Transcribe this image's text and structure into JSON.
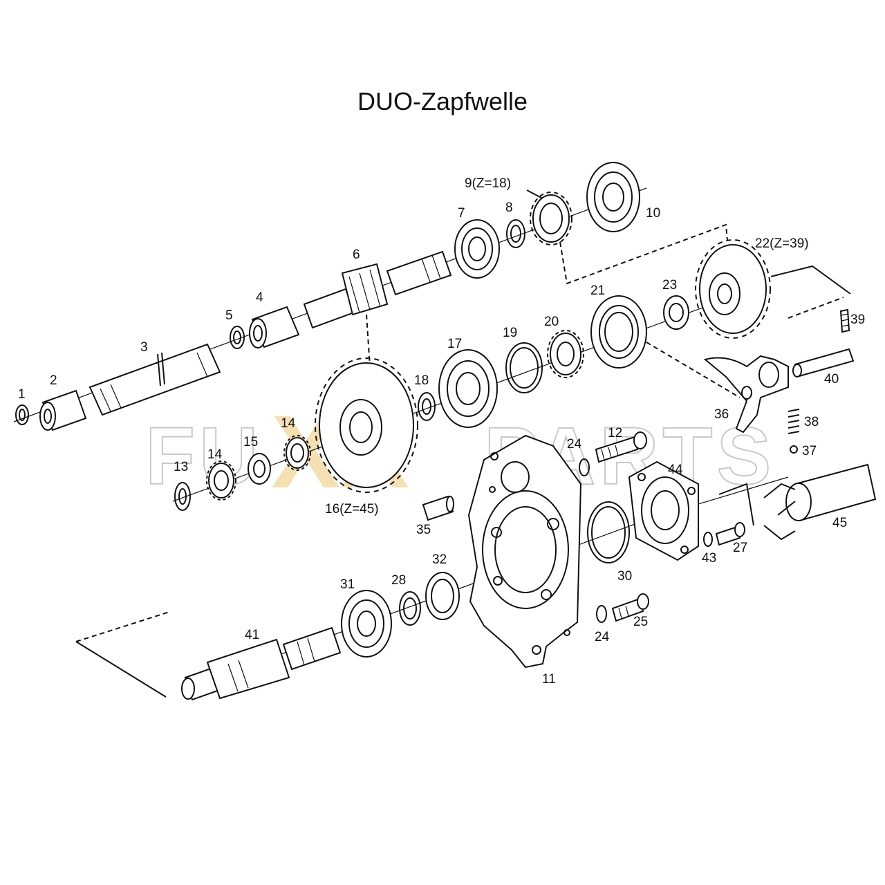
{
  "title": "DUO-Zapfwelle",
  "watermark": {
    "left": "FU",
    "mid": "XX",
    "right": "PARTS"
  },
  "labels": {
    "p1": "1",
    "p2": "2",
    "p3": "3",
    "p4": "4",
    "p5": "5",
    "p6": "6",
    "p7": "7",
    "p8": "8",
    "p9": "9(Z=18)",
    "p10": "10",
    "p11": "11",
    "p12": "12",
    "p13": "13",
    "p14a": "14",
    "p14b": "14",
    "p15": "15",
    "p16": "16(Z=45)",
    "p17": "17",
    "p18": "18",
    "p19": "19",
    "p20": "20",
    "p21": "21",
    "p22": "22(Z=39)",
    "p23": "23",
    "p24a": "24",
    "p24b": "24",
    "p25": "25",
    "p27": "27",
    "p28": "28",
    "p30": "30",
    "p31": "31",
    "p32": "32",
    "p35": "35",
    "p36": "36",
    "p37": "37",
    "p38": "38",
    "p39": "39",
    "p40": "40",
    "p41": "41",
    "p43": "43",
    "p44": "44",
    "p45": "45"
  }
}
